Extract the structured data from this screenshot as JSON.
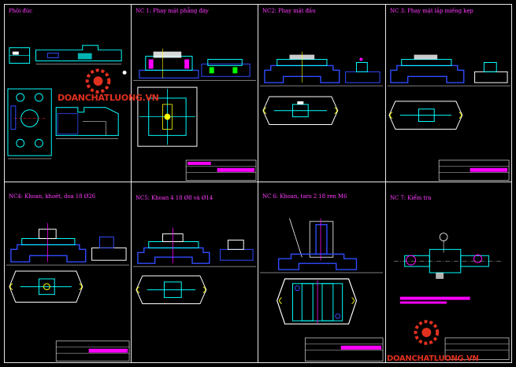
{
  "panels": [
    {
      "title": "Phôi đúc"
    },
    {
      "title": "NC 1: Phay mặt phẳng đáy"
    },
    {
      "title": "NC2: Phay mặt đầu"
    },
    {
      "title": "NC 3: Phay mặt lắp miếng kẹp"
    },
    {
      "title": "NC4: Khoan, khoét, doa 18 Ø26"
    },
    {
      "title": "NC5: Khoan 4 18 Ø8 và Ø14"
    },
    {
      "title": "NC 6: Khoan, taro 2 18 ren M6"
    },
    {
      "title": "NC 7: Kiểm tra"
    }
  ],
  "watermark": {
    "text": "DOANCHATLUONG.VN"
  },
  "colors": {
    "background": "#000000",
    "cyan": "#00ffff",
    "blue": "#2f4cff",
    "magenta": "#ff00ff",
    "white": "#ffffff",
    "red": "#ff2020",
    "yellow": "#ffff00",
    "green": "#00ff00",
    "logo_red": "#e0301e"
  }
}
